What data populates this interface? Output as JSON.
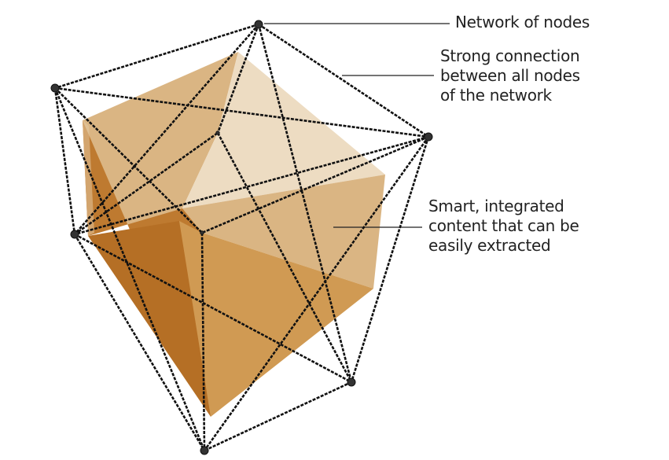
{
  "diagram": {
    "title": "Knowledge graph network around a 3D content crystal",
    "colors": {
      "edge": "#111111",
      "leader_line": "#222222",
      "text": "#222222",
      "face_lightest": "#EDDCC2",
      "face_light": "#E3C9A3",
      "face_medium": "#DAB583",
      "face_mid_dark": "#D09A53",
      "face_dark": "#BE7A30",
      "face_darkest": "#B56F25"
    },
    "labels": [
      {
        "id": "network",
        "lines": [
          "Network of nodes"
        ]
      },
      {
        "id": "connection",
        "lines": [
          "Strong connection",
          "between all nodes",
          "of the network"
        ]
      },
      {
        "id": "content",
        "lines": [
          "Smart, integrated",
          "content that can be",
          "easily extracted"
        ]
      }
    ],
    "nodes": [
      "top",
      "left-top",
      "right",
      "left-mid",
      "bottom-right",
      "bottom",
      "inner-top",
      "inner-center"
    ],
    "edges": [
      [
        "top",
        "left-top"
      ],
      [
        "top",
        "right"
      ],
      [
        "top",
        "left-mid"
      ],
      [
        "top",
        "inner-top"
      ],
      [
        "top",
        "bottom-right"
      ],
      [
        "left-top",
        "right"
      ],
      [
        "left-top",
        "left-mid"
      ],
      [
        "left-top",
        "inner-center"
      ],
      [
        "left-top",
        "bottom"
      ],
      [
        "right",
        "left-mid"
      ],
      [
        "right",
        "inner-center"
      ],
      [
        "right",
        "bottom-right"
      ],
      [
        "right",
        "bottom"
      ],
      [
        "left-mid",
        "inner-top"
      ],
      [
        "left-mid",
        "bottom-right"
      ],
      [
        "left-mid",
        "bottom"
      ],
      [
        "inner-top",
        "bottom-right"
      ],
      [
        "inner-center",
        "bottom"
      ],
      [
        "bottom-right",
        "bottom"
      ]
    ]
  }
}
